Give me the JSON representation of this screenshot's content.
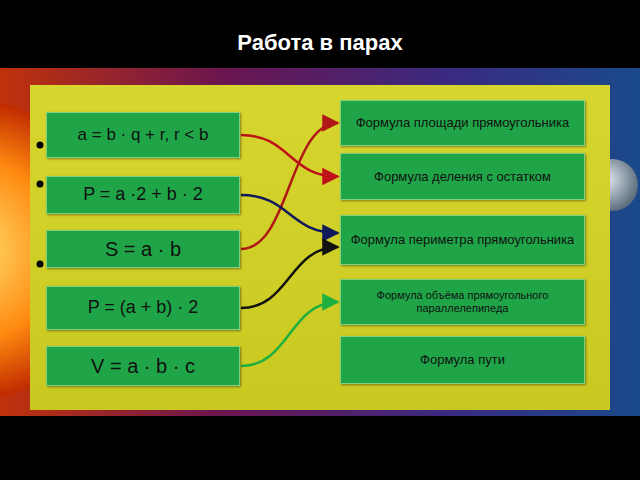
{
  "diagram": {
    "title": "Работа в парах",
    "nodes": [
      {
        "text": [
          "a = b · q + r, r < b"
        ]
      },
      {
        "text": [
          "P = a ·2 + b · 2"
        ]
      },
      {
        "text": [
          "S = a · b"
        ]
      },
      {
        "text": [
          "P = (a + b) · 2"
        ]
      },
      {
        "text": [
          "V = a · b · c"
        ]
      },
      {
        "text": [
          "Формула площади прямоугольника"
        ]
      },
      {
        "text": [
          "Формула деления с остатком"
        ]
      },
      {
        "text": [
          "Формула периметра прямоугольника"
        ]
      },
      {
        "text": [
          "Формула объёма прямоугольного параллелепипеда"
        ]
      },
      {
        "text": [
          "Формула пути"
        ]
      }
    ],
    "edges": [
      {
        "from": 0,
        "to": 6,
        "arrow": "to"
      },
      {
        "from": 2,
        "to": 5,
        "arrow": "to"
      },
      {
        "from": 1,
        "to": 7,
        "arrow": "to"
      },
      {
        "from": 3,
        "to": 7,
        "arrow": "to"
      },
      {
        "from": 4,
        "to": 8,
        "arrow": "to"
      }
    ]
  }
}
